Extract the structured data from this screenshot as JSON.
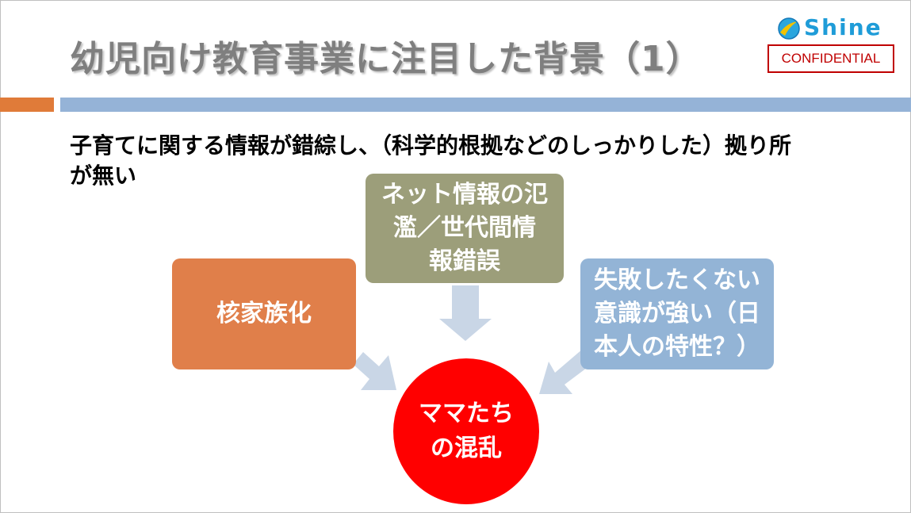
{
  "slide": {
    "title": "幼児向け教育事業に注目した背景（1）",
    "logo_text": "Shine",
    "confidential": "CONFIDENTIAL",
    "body_line1": "子育てに関する情報が錯綜し、（科学的根拠などのしっかりした）拠り所",
    "body_line2": "が無い"
  },
  "diagram": {
    "left_box": "核家族化",
    "top_box_line1": "ネット情報の氾",
    "top_box_line2": "濫／世代間情",
    "top_box_line3": "報錯誤",
    "right_box_line1": "失敗したくない",
    "right_box_line2": "意識が強い（日",
    "right_box_line3": "本人の特性？）",
    "center_line1": "ママたち",
    "center_line2": "の混乱"
  },
  "colors": {
    "accent_orange": "#e07b39",
    "accent_blue": "#95b3d7",
    "olive": "#9c9e7a",
    "center_red": "#ff0000",
    "confidential_red": "#c00000"
  }
}
